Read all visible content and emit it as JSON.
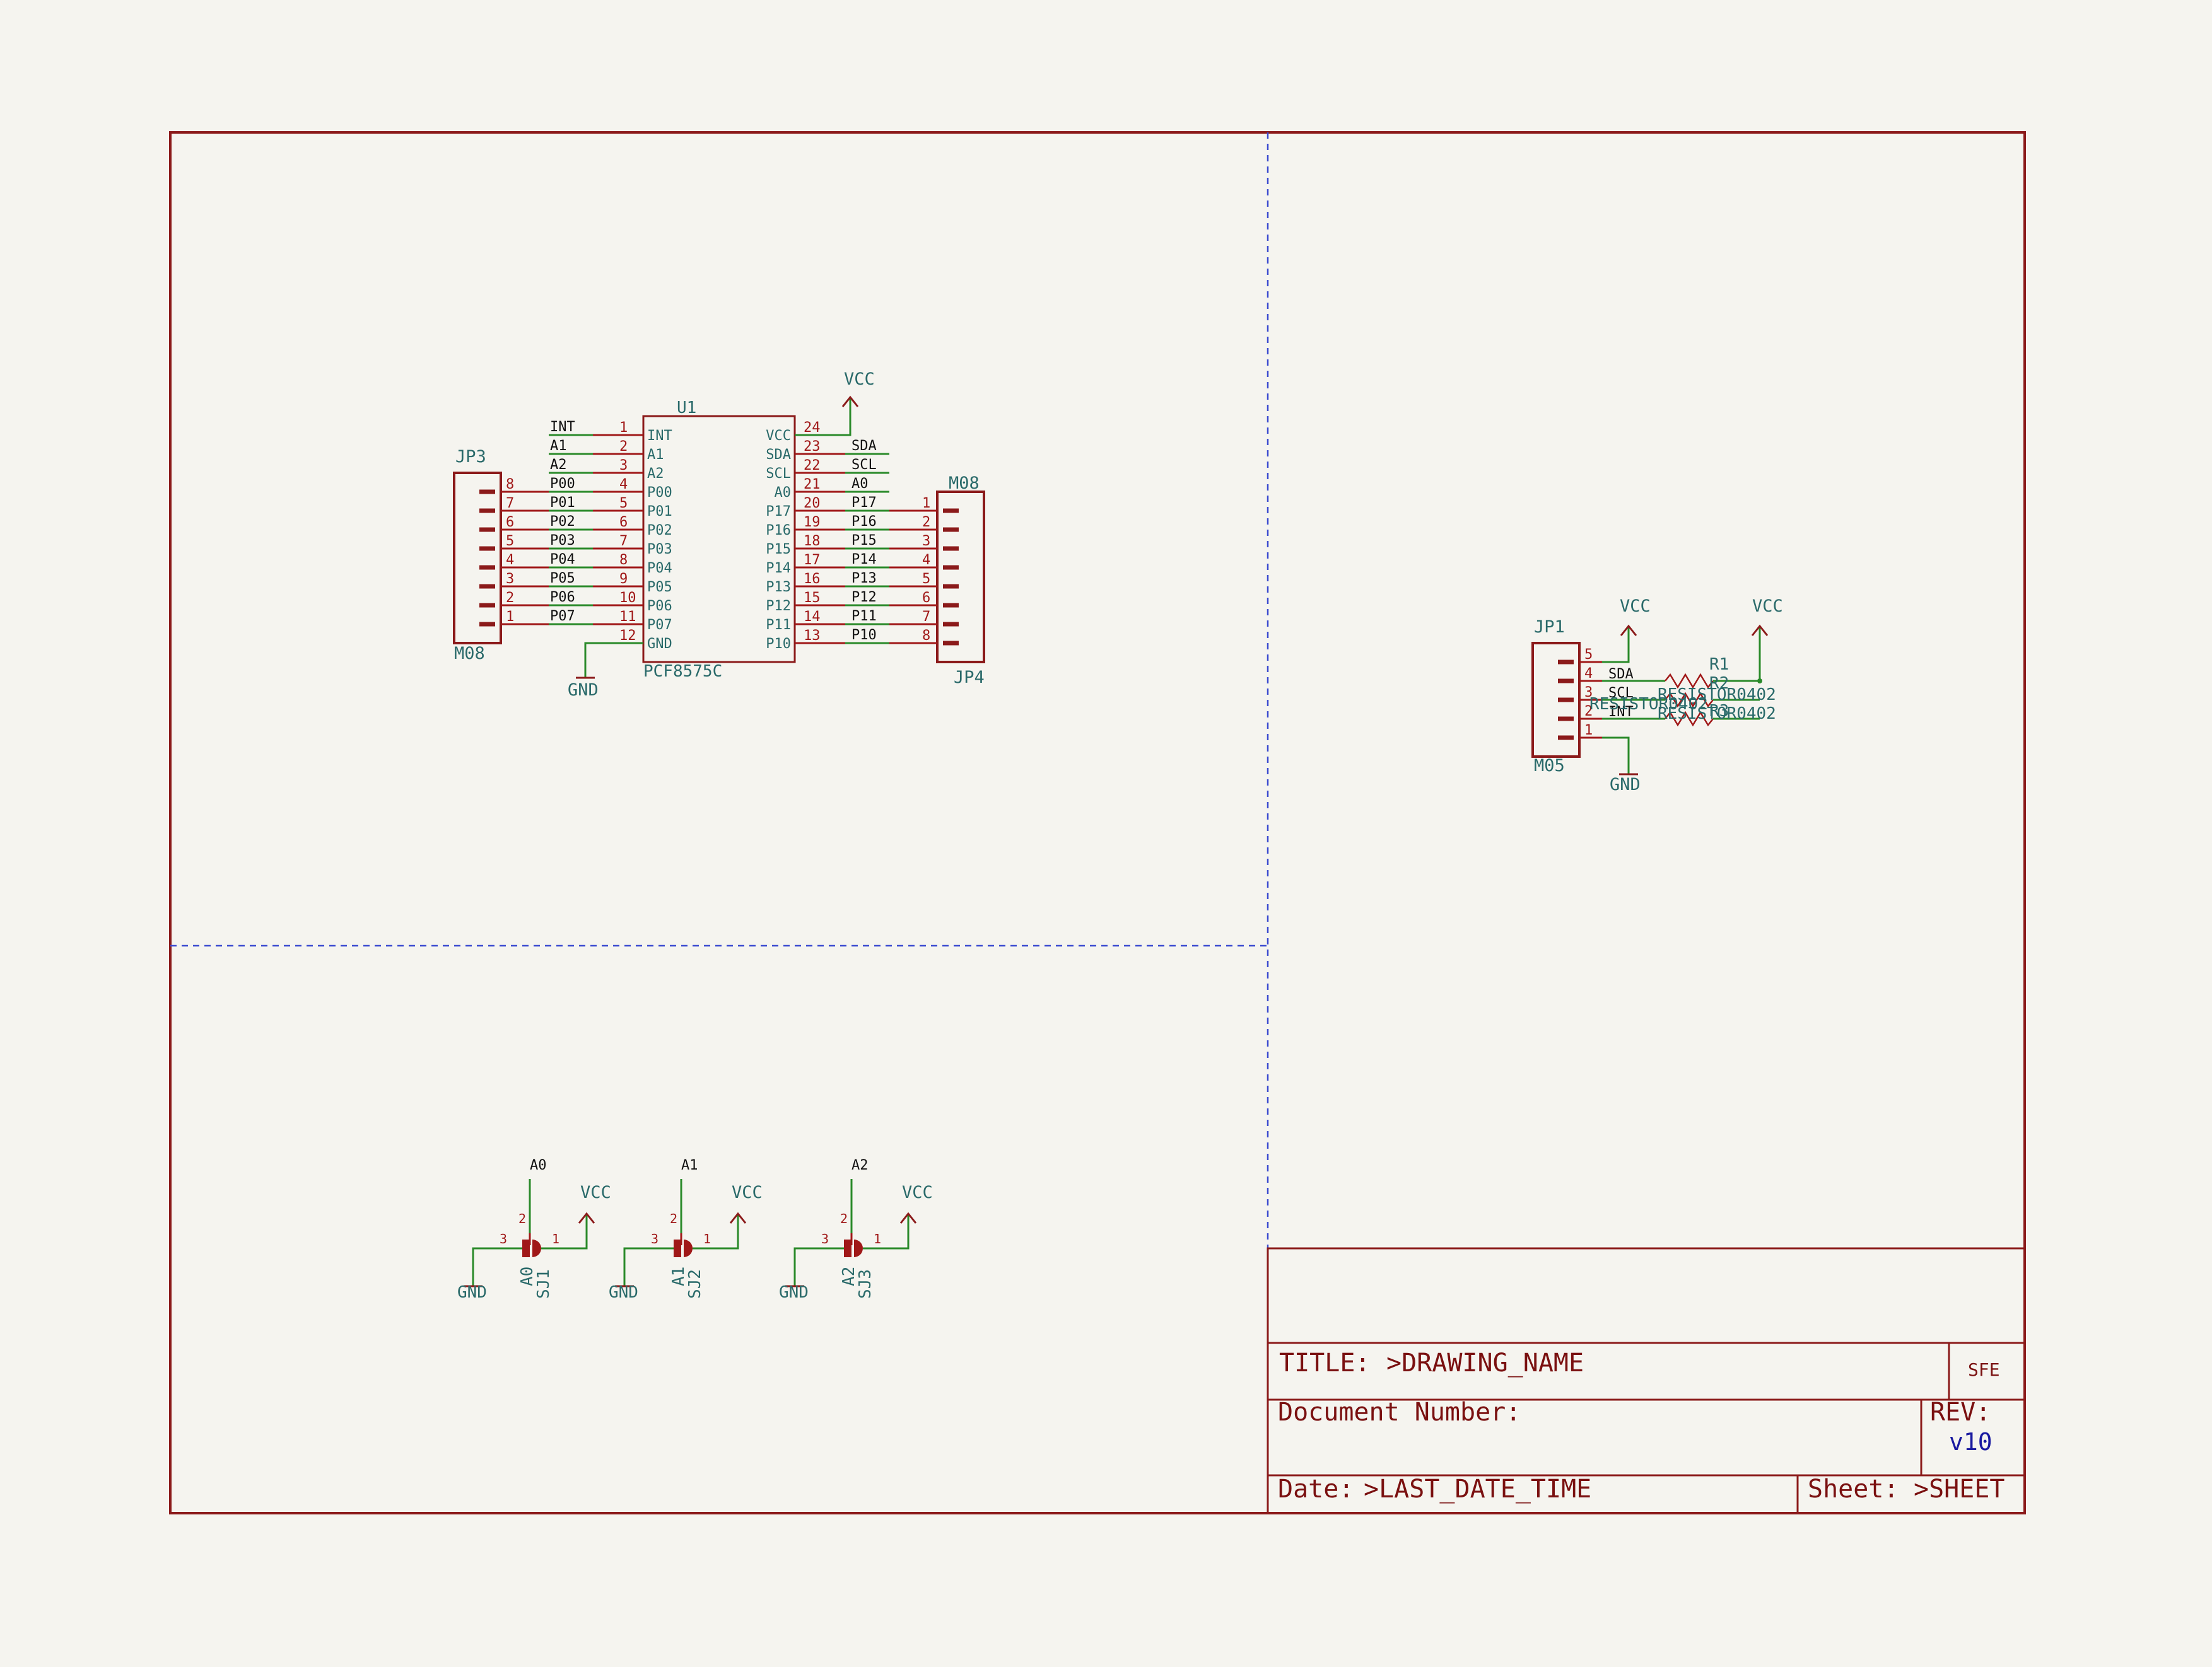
{
  "colors": {
    "background": "#f5f4ef",
    "frame": "#8b1a1a",
    "wire": "#2a8a2a",
    "pin": "#a01818",
    "ref_text": "#2a6a6a",
    "net_text": "#111111",
    "rev_value": "#1a1aa0",
    "dash": "#3a4ad0"
  },
  "u1": {
    "ref": "U1",
    "value": "PCF8575C",
    "left_pins": [
      {
        "name": "INT",
        "num": "1",
        "net": "INT"
      },
      {
        "name": "A1",
        "num": "2",
        "net": "A1"
      },
      {
        "name": "A2",
        "num": "3",
        "net": "A2"
      },
      {
        "name": "P00",
        "num": "4",
        "net": "P00"
      },
      {
        "name": "P01",
        "num": "5",
        "net": "P01"
      },
      {
        "name": "P02",
        "num": "6",
        "net": "P02"
      },
      {
        "name": "P03",
        "num": "7",
        "net": "P03"
      },
      {
        "name": "P04",
        "num": "8",
        "net": "P04"
      },
      {
        "name": "P05",
        "num": "9",
        "net": "P05"
      },
      {
        "name": "P06",
        "num": "10",
        "net": "P06"
      },
      {
        "name": "P07",
        "num": "11",
        "net": "P07"
      },
      {
        "name": "GND",
        "num": "12",
        "net": ""
      }
    ],
    "right_pins": [
      {
        "name": "VCC",
        "num": "24",
        "net": ""
      },
      {
        "name": "SDA",
        "num": "23",
        "net": "SDA"
      },
      {
        "name": "SCL",
        "num": "22",
        "net": "SCL"
      },
      {
        "name": "A0",
        "num": "21",
        "net": "A0"
      },
      {
        "name": "P17",
        "num": "20",
        "net": "P17"
      },
      {
        "name": "P16",
        "num": "19",
        "net": "P16"
      },
      {
        "name": "P15",
        "num": "18",
        "net": "P15"
      },
      {
        "name": "P14",
        "num": "17",
        "net": "P14"
      },
      {
        "name": "P13",
        "num": "16",
        "net": "P13"
      },
      {
        "name": "P12",
        "num": "15",
        "net": "P12"
      },
      {
        "name": "P11",
        "num": "14",
        "net": "P11"
      },
      {
        "name": "P10",
        "num": "13",
        "net": "P10"
      }
    ],
    "vcc_label": "VCC",
    "gnd_label": "GND"
  },
  "jp3": {
    "ref": "JP3",
    "value": "M08",
    "pins": [
      "8",
      "7",
      "6",
      "5",
      "4",
      "3",
      "2",
      "1"
    ]
  },
  "jp4": {
    "ref": "JP4",
    "value": "M08",
    "pins": [
      "1",
      "2",
      "3",
      "4",
      "5",
      "6",
      "7",
      "8"
    ]
  },
  "jp1": {
    "ref": "JP1",
    "value": "M05",
    "pins": [
      "5",
      "4",
      "3",
      "2",
      "1"
    ],
    "nets": [
      "",
      "SDA",
      "SCL",
      "INT",
      ""
    ],
    "vcc1": "VCC",
    "vcc2": "VCC",
    "gnd": "GND"
  },
  "resistors": {
    "r1_ref": "R1",
    "r2_ref": "R2",
    "r3_ref": "R3",
    "value1": "RESISTOR0402",
    "value2": "RESISTOR0402",
    "value3": "RESISTOR0402"
  },
  "jumpers": [
    {
      "net": "A0",
      "ref": "SJ1",
      "value": "A0",
      "vcc": "VCC",
      "gnd": "GND",
      "p1": "1",
      "p2": "2",
      "p3": "3"
    },
    {
      "net": "A1",
      "ref": "SJ2",
      "value": "A1",
      "vcc": "VCC",
      "gnd": "GND",
      "p1": "1",
      "p2": "2",
      "p3": "3"
    },
    {
      "net": "A2",
      "ref": "SJ3",
      "value": "A2",
      "vcc": "VCC",
      "gnd": "GND",
      "p1": "1",
      "p2": "2",
      "p3": "3"
    }
  ],
  "titleblock": {
    "title_label": "TITLE:",
    "title_value": ">DRAWING_NAME",
    "logo": "SFE",
    "doc_label": "Document Number:",
    "rev_label": "REV:",
    "rev_value": "v10",
    "date_label": "Date:",
    "date_value": ">LAST_DATE_TIME",
    "sheet_label": "Sheet:",
    "sheet_value": ">SHEET"
  }
}
